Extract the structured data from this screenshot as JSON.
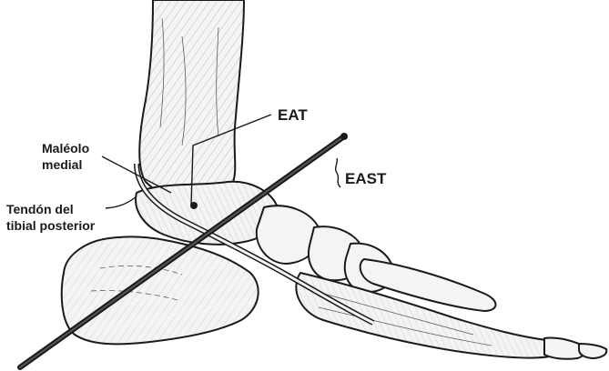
{
  "labels": {
    "eat": "EAT",
    "east": "EAST",
    "malleolus_line1": "Maléolo",
    "malleolus_line2": "medial",
    "tendon_line1": "Tendón del",
    "tendon_line2": "tibial posterior"
  },
  "colors": {
    "ink": "#1a1a1a",
    "bone_fill": "#f4f4f4",
    "background": "#ffffff"
  }
}
